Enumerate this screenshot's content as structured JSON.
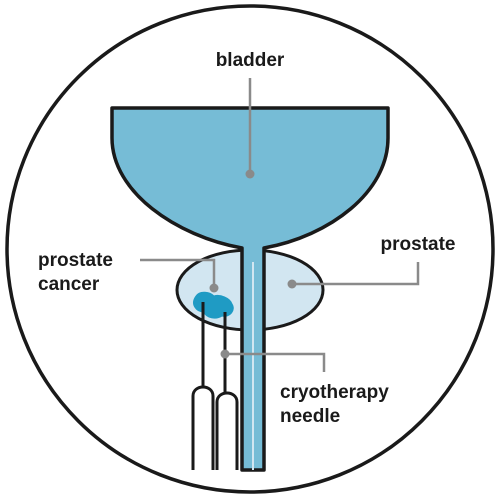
{
  "labels": {
    "bladder": "bladder",
    "prostate": "prostate",
    "prostate_cancer_line1": "prostate",
    "prostate_cancer_line2": "cancer",
    "cryotherapy_line1": "cryotherapy",
    "cryotherapy_line2": "needle"
  },
  "colors": {
    "bladder_fill": "#76bcd6",
    "prostate_fill": "#d2e6f1",
    "cancer_fill": "#1f9bc4",
    "outline": "#1a1a1a",
    "leader_line": "#8a8a8a",
    "background": "#ffffff"
  }
}
